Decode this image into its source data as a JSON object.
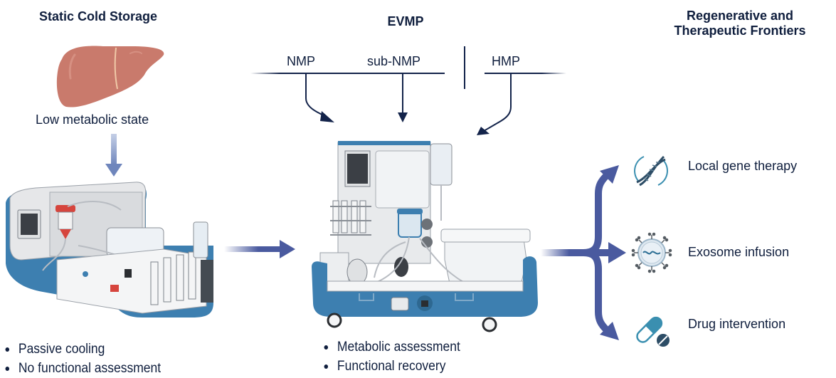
{
  "columns": {
    "static_cold_storage": {
      "title": "Static Cold Storage",
      "organ_caption": "Low metabolic state",
      "bullets": [
        "Passive cooling",
        "No functional assessment"
      ]
    },
    "evmp": {
      "title": "EVMP",
      "modes": [
        "NMP",
        "sub-NMP",
        "HMP"
      ],
      "bullets": [
        "Metabolic assessment",
        "Functional recovery"
      ]
    },
    "frontiers": {
      "title_line1": "Regenerative and",
      "title_line2": "Therapeutic Frontiers",
      "items": [
        {
          "label": "Local gene therapy",
          "icon": "dna-icon"
        },
        {
          "label": "Exosome infusion",
          "icon": "exosome-icon"
        },
        {
          "label": "Drug intervention",
          "icon": "pill-icon"
        }
      ]
    }
  },
  "colors": {
    "text": "#0f1e3d",
    "flow_arrow": "#4a5a9f",
    "down_arrow": "#7b8fc0",
    "mode_line": "#13234a",
    "liver": "#c97a6c",
    "device_blue": "#3d7fb0",
    "icon_teal": "#3a8fb0",
    "icon_dark": "#2d4d66"
  }
}
